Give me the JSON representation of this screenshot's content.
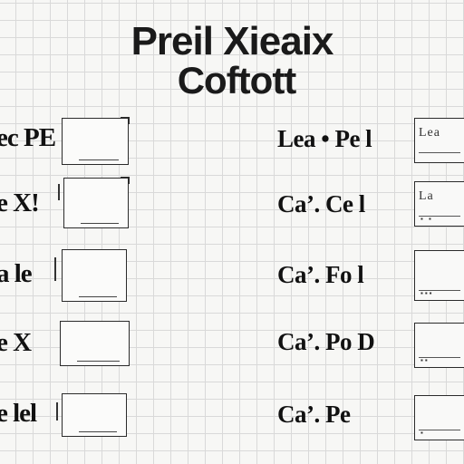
{
  "title": {
    "line1": "Preil Xieaix",
    "line2": "Coftott"
  },
  "rows": [
    {
      "left": "ec PE",
      "right": "Lea • Pe l"
    },
    {
      "left": "e X!",
      "right": "Ca’. Ce l"
    },
    {
      "left": "a le",
      "right": "Ca’. Fo l"
    },
    {
      "left": "e X",
      "right": "Ca’. Po D"
    },
    {
      "left": "e lel",
      "right": "Ca’. Pe"
    }
  ],
  "right_box_marks": [
    "Lea",
    "La"
  ]
}
